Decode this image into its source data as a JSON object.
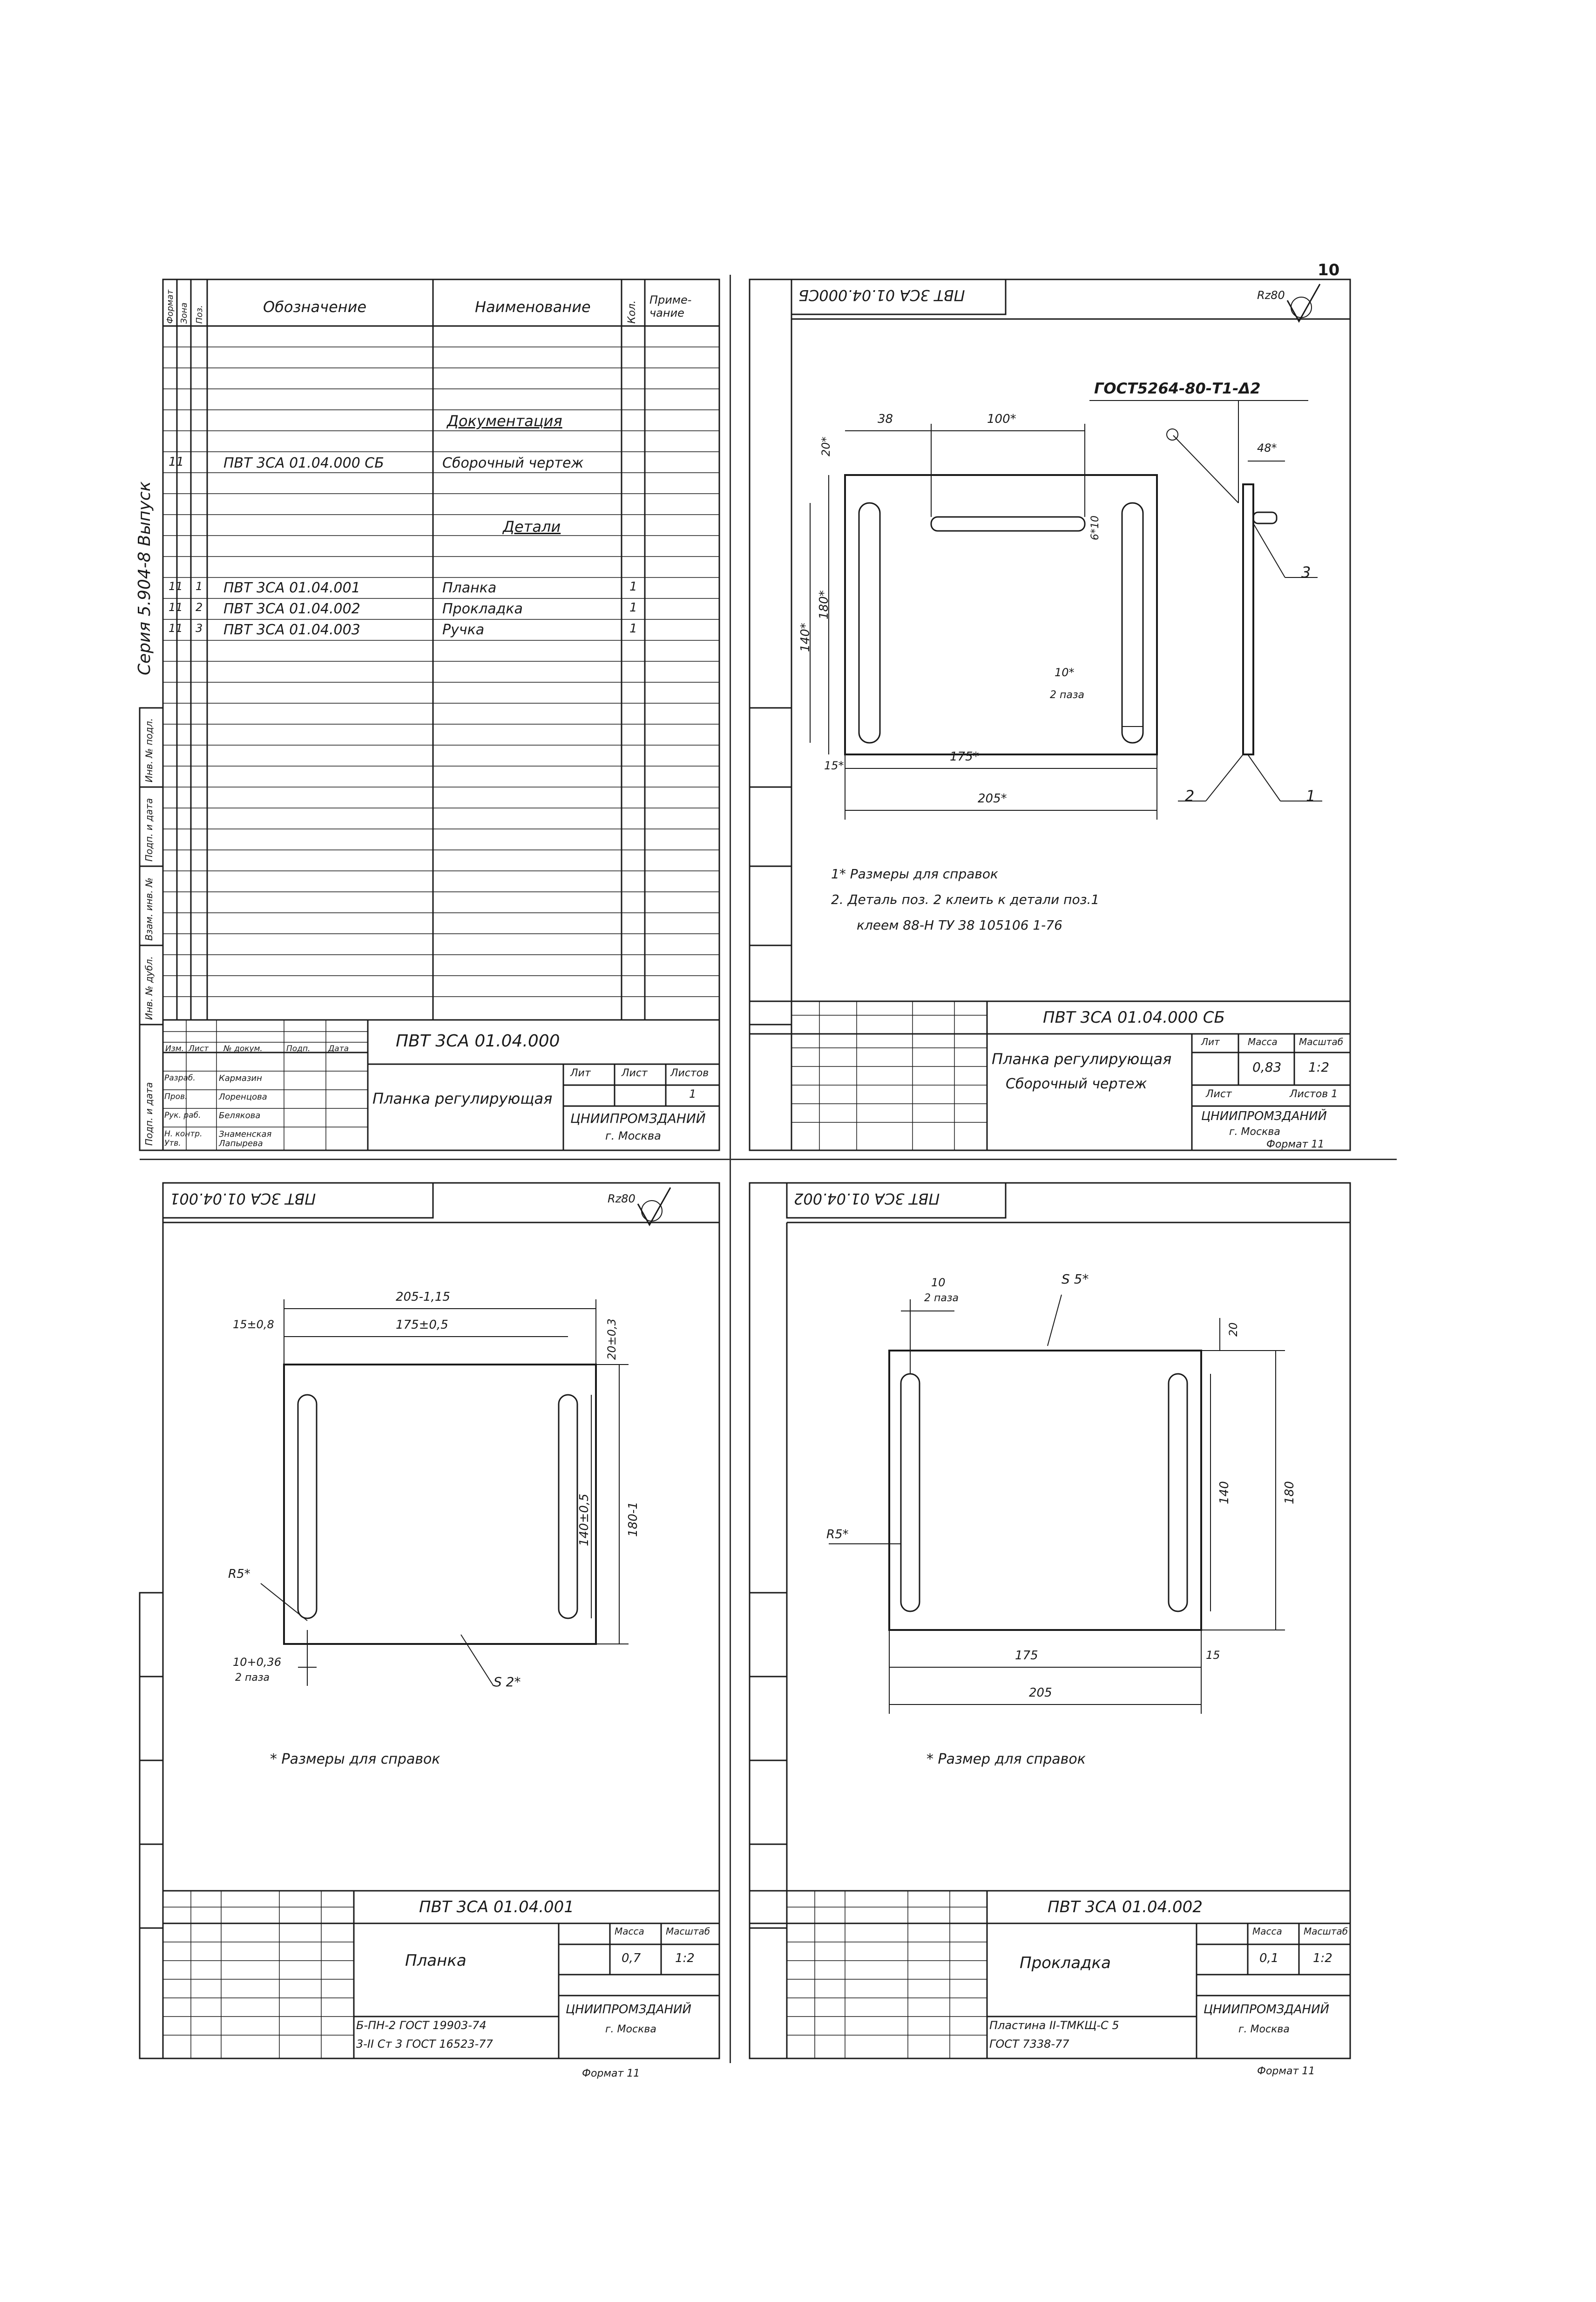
{
  "page_number": "10",
  "side_series_text": "Серия 5.904-8 Выпуск",
  "spec": {
    "headers": {
      "format": "Формат",
      "zone": "Зона",
      "pos": "Поз.",
      "designation": "Обозначение",
      "name": "Наименование",
      "qty": "Кол.",
      "note": "Приме-чание"
    },
    "section_docs": "Документация",
    "row_docs": {
      "format": "11",
      "designation": "ПВТ 3СА 01.04.000 СБ",
      "name": "Сборочный чертеж"
    },
    "section_parts": "Детали",
    "parts": [
      {
        "format": "11",
        "pos": "1",
        "designation": "ПВТ 3СА 01.04.001",
        "name": "Планка",
        "qty": "1"
      },
      {
        "format": "11",
        "pos": "2",
        "designation": "ПВТ 3СА 01.04.002",
        "name": "Прокладка",
        "qty": "1"
      },
      {
        "format": "11",
        "pos": "3",
        "designation": "ПВТ 3СА 01.04.003",
        "name": "Ручка",
        "qty": "1"
      }
    ],
    "title_code": "ПВТ 3СА 01.04.000",
    "title_name": "Планка регулирующая",
    "org": "ЦНИИПРОМЗДАНИЙ",
    "city": "г. Москва",
    "people": [
      "Разраб.",
      "Пров.",
      "Рук. раб.",
      "Н. контр.",
      "Утв."
    ],
    "names": [
      "Кармазин",
      "Лоренцова",
      "Белякова",
      "Знаменская",
      "Лапырева"
    ],
    "col_labels": [
      "Изм.",
      "Лист",
      "№ докум.",
      "Подп.",
      "Дата"
    ],
    "lit": "Лит",
    "sheet": "Лист",
    "sheets": "Листов",
    "sheets_val": "1"
  },
  "assembly": {
    "stamp_top": "ПВТ 3СА 01.04.000СБ",
    "roughness": "Rz80",
    "weld": "ГОСТ5264-80-Т1-Δ2",
    "dims": {
      "d38": "38",
      "d100": "100*",
      "d20": "20*",
      "d_slot": "6*10",
      "d180": "180*",
      "d140": "140*",
      "d48": "48*",
      "d10": "10*",
      "d2paz": "2 паза",
      "d15": "15*",
      "d175": "175*",
      "d205": "205*"
    },
    "pos_labels": [
      "1",
      "2",
      "3"
    ],
    "notes": [
      "1* Размеры для справок",
      "2. Деталь поз. 2 клеить к детали поз.1",
      "клеем 88-Н ТУ 38 105106 1-76"
    ],
    "code": "ПВТ 3СА 01.04.000 СБ",
    "name1": "Планка регулирующая",
    "name2": "Сборочный чертеж",
    "mass": "0,83",
    "scale": "1:2",
    "org": "ЦНИИПРОМЗДАНИЙ",
    "city": "г. Москва",
    "format": "Формат 11",
    "h_lit": "Лит",
    "h_mass": "Масса",
    "h_scale": "Масштаб",
    "sheet": "Лист",
    "sheets": "Листов 1"
  },
  "plank": {
    "stamp_top": "ПВТ 3СА 01.04.001",
    "roughness": "Rz80",
    "dims": {
      "d205": "205-1,15",
      "d15": "15±0,8",
      "d175": "175±0,5",
      "d20": "20±0,3",
      "d140": "140±0,5",
      "d180": "180-1",
      "r5": "R5*",
      "d10": "10+0,36",
      "d2paz": "2 паза",
      "s2": "S 2*"
    },
    "note": "* Размеры для справок",
    "code": "ПВТ 3СА 01.04.001",
    "name": "Планка",
    "mass": "0,7",
    "scale": "1:2",
    "material1": "Б-ПН-2 ГОСТ 19903-74",
    "material2": "3-II Ст 3 ГОСТ 16523-77",
    "org": "ЦНИИПРОМЗДАНИЙ",
    "city": "г. Москва",
    "format": "Формат 11",
    "h_mass": "Масса",
    "h_scale": "Масштаб"
  },
  "gasket": {
    "stamp_top": "ПВТ 3СА 01.04.002",
    "dims": {
      "s5": "S 5*",
      "d10": "10",
      "d2paz": "2 паза",
      "d20": "20",
      "d140": "140",
      "d180": "180",
      "r5": "R5*",
      "d175": "175",
      "d15": "15",
      "d205": "205"
    },
    "note": "* Размер для справок",
    "code": "ПВТ 3СА 01.04.002",
    "name": "Прокладка",
    "mass": "0,1",
    "scale": "1:2",
    "material1": "Пластина II-ТМКЩ-С 5",
    "material2": "ГОСТ 7338-77",
    "org": "ЦНИИПРОМЗДАНИЙ",
    "city": "г. Москва",
    "format": "Формат 11",
    "h_mass": "Масса",
    "h_scale": "Масштаб"
  },
  "side_labels": [
    "Инв. № подл.",
    "Подп. и дата",
    "Взам. инв. №",
    "Инв. № дубл.",
    "Подп. и дата"
  ]
}
